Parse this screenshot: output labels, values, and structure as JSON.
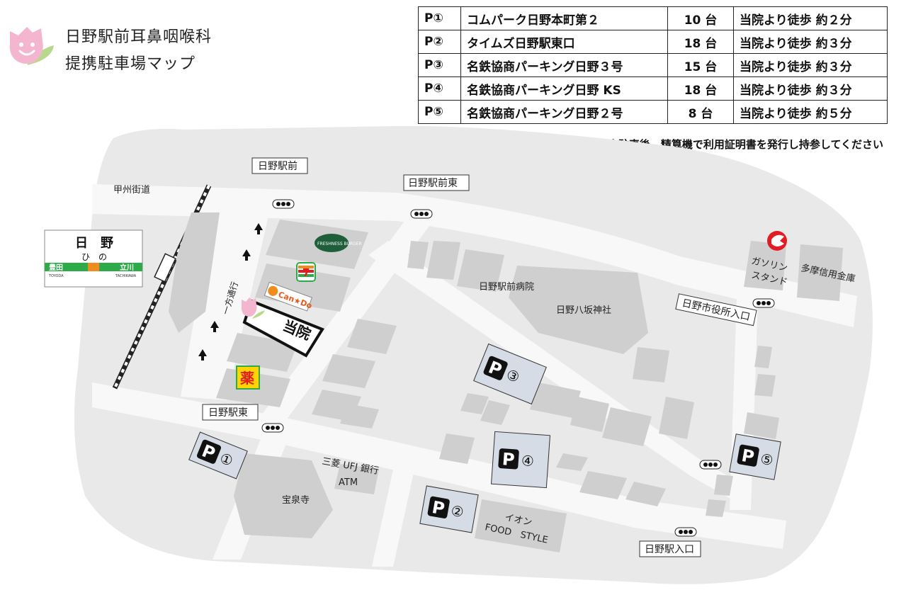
{
  "header": {
    "title_line1": "日野駅前耳鼻咽喉科",
    "title_line2": "提携駐車場マップ"
  },
  "parking_table": [
    {
      "id": "P①",
      "name": "コムパーク日野本町第２",
      "capacity": "10 台",
      "walk": "当院より徒歩 約２分"
    },
    {
      "id": "P②",
      "name": "タイムズ日野駅東口",
      "capacity": "18 台",
      "walk": "当院より徒歩 約３分"
    },
    {
      "id": "P③",
      "name": "名鉄協商パーキング日野３号",
      "capacity": "15 台",
      "walk": "当院より徒歩 約３分"
    },
    {
      "id": "P④",
      "name": "名鉄協商パーキング日野 KS",
      "capacity": "18 台",
      "walk": "当院より徒歩 約３分"
    },
    {
      "id": "P⑤",
      "name": "名鉄協商パーキング日野２号",
      "capacity": "8 台",
      "walk": "当院より徒歩 約５分"
    }
  ],
  "note": "※駐車後、精算機で利用証明書を発行し持参してください",
  "station_sign": {
    "name": "日　野",
    "reading": "ひ　の",
    "left_station": "豊田",
    "right_station": "立川",
    "left_romaji": "TOYODA",
    "right_romaji": "TACHIKAWA"
  },
  "intersections": {
    "hino_ekimae": "日野駅前",
    "hino_ekimae_higashi": "日野駅前東",
    "hino_eki_higashi": "日野駅東",
    "shiyakusho": "日野市役所入口",
    "hino_eki_iriguchi": "日野駅入口"
  },
  "labels": {
    "koshu_kaido": "甲州街道",
    "one_way": "一方通行",
    "clinic": "当院",
    "hospital": "日野駅前病院",
    "shrine": "日野八坂神社",
    "gas_station_1": "ガソリン",
    "gas_station_2": "スタンド",
    "shinkin": "多摩信用金庫",
    "mufg": "三菱 UFJ 銀行",
    "atm": "ATM",
    "temple": "宝泉寺",
    "aeon_1": "イオン",
    "aeon_2": "FOOD　STYLE"
  },
  "shops": {
    "cando": "Can★Do",
    "seven": "7",
    "drugstore": "薬",
    "burger": "FRESHNESS BURGER"
  },
  "parking_markers": [
    {
      "letter": "P",
      "number": "①"
    },
    {
      "letter": "P",
      "number": "②"
    },
    {
      "letter": "P",
      "number": "③"
    },
    {
      "letter": "P",
      "number": "④"
    },
    {
      "letter": "P",
      "number": "⑤"
    }
  ],
  "colors": {
    "land": "#e9e9e9",
    "road": "#f8f8f8",
    "building": "#cfcfcf",
    "parking_bg": "#d6dce6",
    "green": "#2eab49",
    "orange": "#f08c1e",
    "pink": "#f4b6cf",
    "logo_green": "#b7d98b"
  }
}
